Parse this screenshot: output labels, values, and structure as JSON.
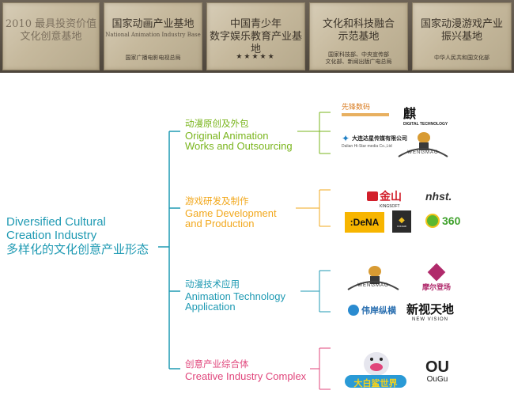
{
  "plaques": [
    {
      "line1": "2010 最具投资价值",
      "line2": "文化创意基地",
      "faded": true
    },
    {
      "line1": "国家动画产业基地",
      "english": "National Animation Industry Base",
      "issuer": "国家广播电影电视总局"
    },
    {
      "line1": "中国青少年",
      "line2": "数字娱乐教育产业基地",
      "stars": "★★★★★"
    },
    {
      "line1": "文化和科技融合",
      "line2": "示范基地",
      "issuer": "国家科技部、中央宣传部\n文化部、新闻出版广电总局"
    },
    {
      "line1": "国家动漫游戏产业",
      "line2": "振兴基地",
      "issuer": "中华人民共和国文化部"
    }
  ],
  "root": {
    "en_line1": "Diversified Cultural",
    "en_line2": "Creation Industry",
    "cn": "多样化的文化创意产业形态"
  },
  "branches": [
    {
      "cn": "动漫原创及外包",
      "en_lines": [
        "Original Animation",
        "Works and Outsourcing"
      ],
      "color": "#7ab51d"
    },
    {
      "cn": "游戏研发及制作",
      "en_lines": [
        "Game Development",
        "and Production"
      ],
      "color": "#f2a81d"
    },
    {
      "cn": "动漫技术应用",
      "en_lines": [
        "Animation Technology",
        "Application"
      ],
      "color": "#1f9ab3"
    },
    {
      "cn": "创意产业综合体",
      "en_lines": [
        "Creative Industry Complex"
      ],
      "color": "#e0457b"
    }
  ],
  "logos": {
    "g1": [
      "先锋数码",
      "DIGITAL TECHNOLOGY",
      "大连达星传媒有限公司",
      "Dalian Hi-Star media Co.,Ltd",
      "WENGMAO"
    ],
    "g2": [
      "金山",
      "KINGSOFT",
      "nhst.",
      ":DeNA",
      "KONAMI",
      "360"
    ],
    "g3": [
      "WENGMAO",
      "摩尔登场",
      "伟岸纵横",
      "新视天地",
      "NEW VISION"
    ],
    "g4": [
      "大白鲨世界",
      "OuGu"
    ]
  },
  "colors": {
    "root": "#1f9ab3",
    "green": "#7ab51d",
    "orange": "#f2a81d",
    "blue": "#1f9ab3",
    "pink": "#e0457b"
  }
}
